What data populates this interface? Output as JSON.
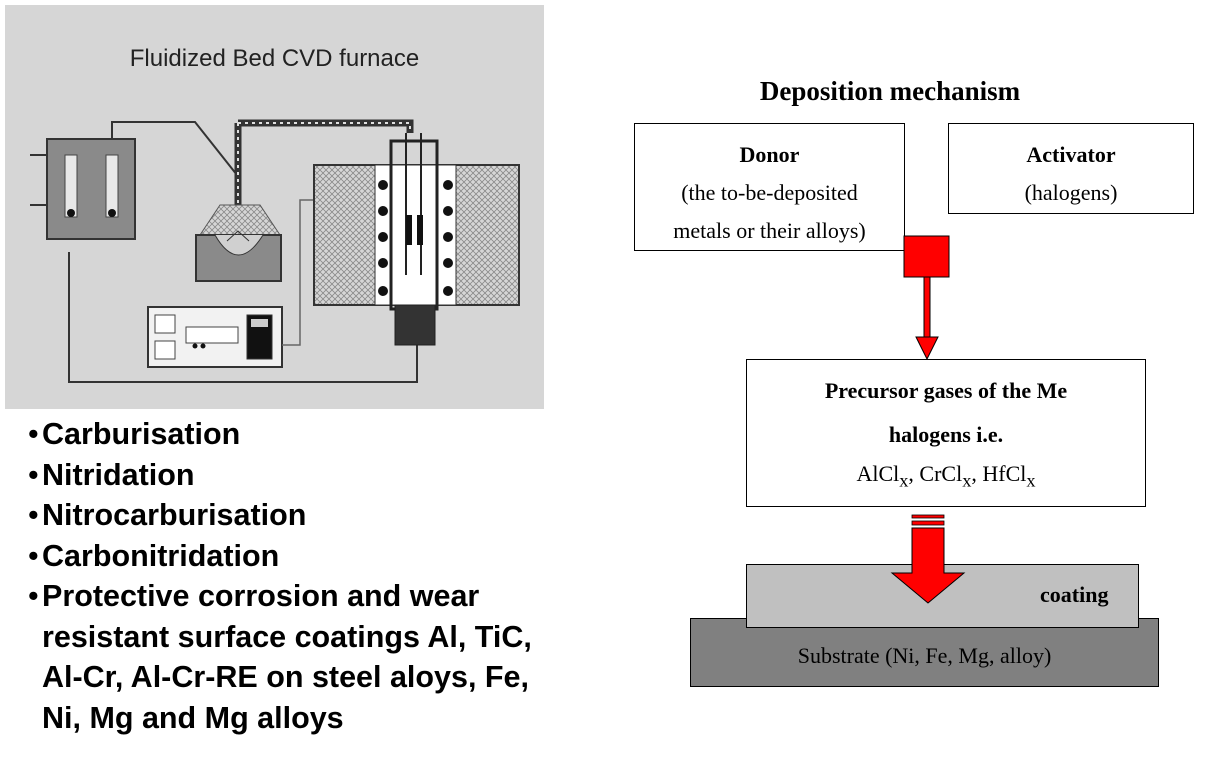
{
  "photo": {
    "title": "Fluidized Bed CVD furnace"
  },
  "process_list": [
    "Carburisation",
    "Nitridation",
    "Nitrocarburisation",
    "Carbonitridation",
    "Protective corrosion and wear resistant surface coatings Al, TiC, Al-Cr, Al-Cr-RE on steel aloys, Fe, Ni, Mg and Mg alloys"
  ],
  "mechanism": {
    "title": "Deposition mechanism",
    "donor": {
      "title": "Donor",
      "line1": "(the to-be-deposited",
      "line2": "metals or their alloys)"
    },
    "activator": {
      "title": "Activator",
      "line1": "(halogens)"
    },
    "precursor": {
      "line1": "Precursor gases of the Me",
      "line2": "halogens i.e.",
      "formulas": [
        {
          "base": "AlCl",
          "sub": "x",
          "sep": ", "
        },
        {
          "base": "CrCl",
          "sub": "x",
          "sep": ", "
        },
        {
          "base": "HfCl",
          "sub": "x",
          "sep": ""
        }
      ]
    },
    "coating_label": "coating",
    "substrate_label": "Substrate (Ni, Fe, Mg, alloy)"
  },
  "colors": {
    "arrow_red": "#ff0000",
    "photo_background": "#d6d6d6",
    "coating_fill": "#c0c0c0",
    "substrate_fill": "#808080"
  }
}
